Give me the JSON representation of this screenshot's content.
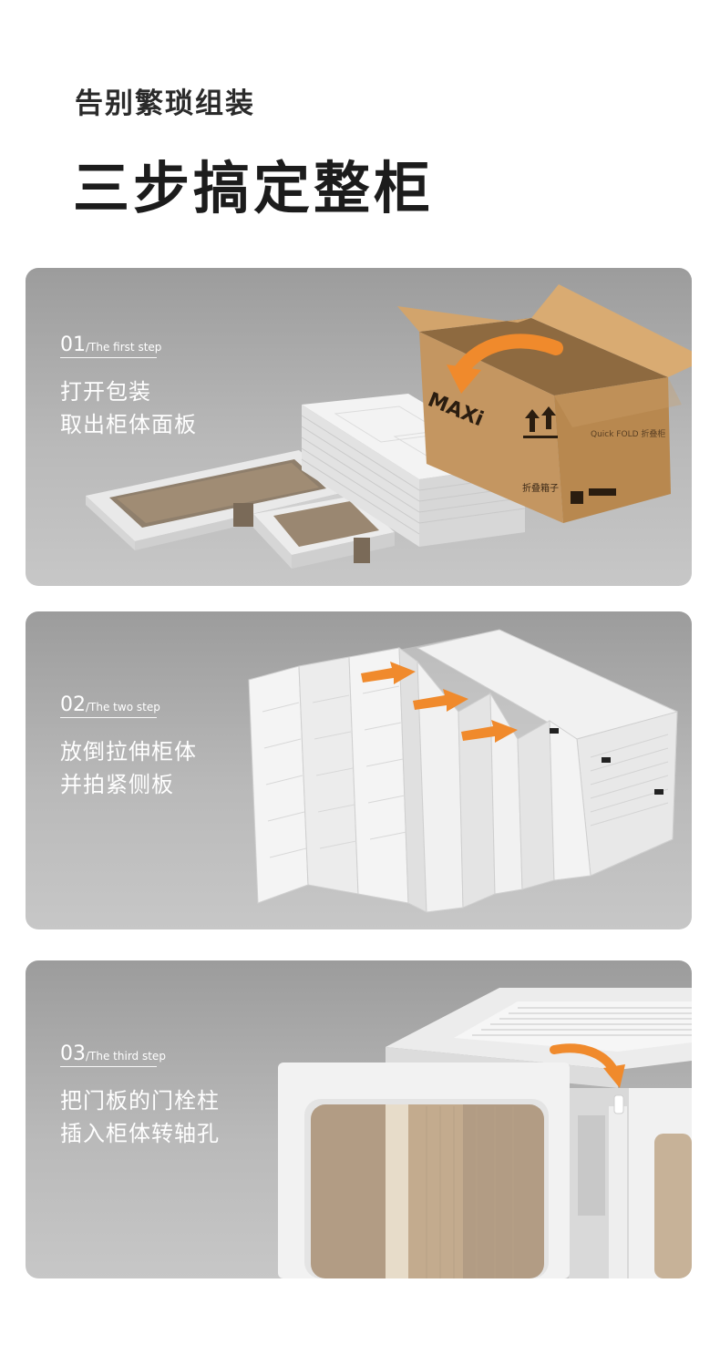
{
  "header": {
    "subtitle": "告别繁琐组装",
    "headline": "三步搞定整柜"
  },
  "steps": [
    {
      "num": "01",
      "sep": "/",
      "en": "The first step",
      "line1": "打开包装",
      "line2": "取出柜体面板",
      "illustration": "cardboard-box-with-folded-panels"
    },
    {
      "num": "02",
      "sep": "/",
      "en": "The two step",
      "line1": "放倒拉伸柜体",
      "line2": "并拍紧侧板",
      "illustration": "folding-cabinet-frame-extending"
    },
    {
      "num": "03",
      "sep": "/",
      "en": "The third step",
      "line1": "把门板的门栓柱",
      "line2": "插入柜体转轴孔",
      "illustration": "door-panel-inserting-into-hinge"
    }
  ],
  "box_print": {
    "brand": "MAXi",
    "label": "Quick FOLD 折叠柜",
    "cn": "折叠箱子"
  },
  "colors": {
    "panel_top": "#9c9c9c",
    "panel_bottom": "#c7c7c7",
    "cardboard": "#c49661",
    "accent_arrow": "#f08a2c",
    "white_plastic": "#f2f2f2"
  }
}
